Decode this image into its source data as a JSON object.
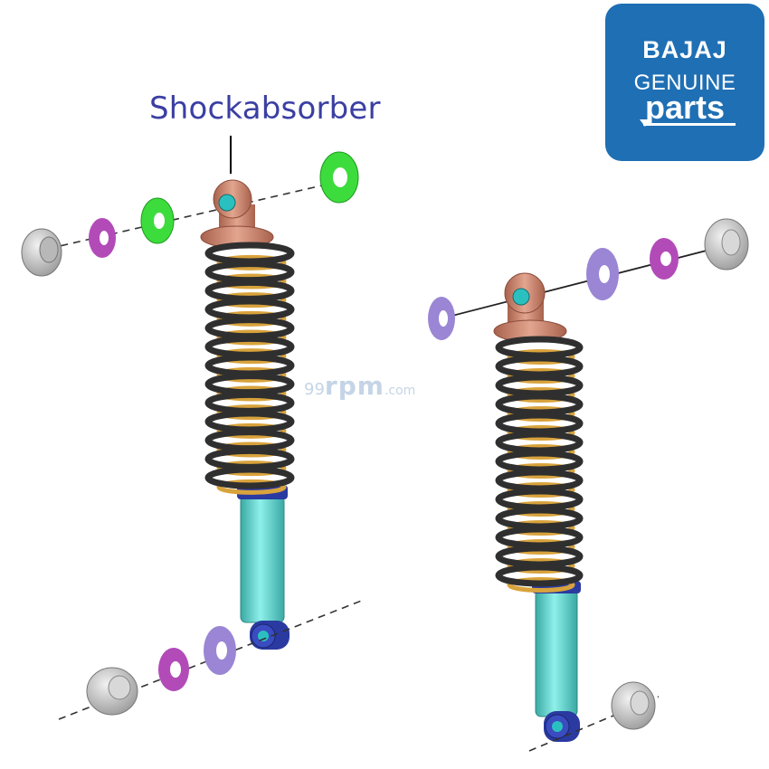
{
  "callout": {
    "label": "Shockabsorber"
  },
  "logo": {
    "brand": "BAJAJ",
    "line1": "GENUINE",
    "line2": "parts"
  },
  "watermark": {
    "nums": "99",
    "rpm": "rpm",
    "dom": ".com"
  },
  "colors": {
    "label_text": "#3a3fa3",
    "logo_bg": "#1f6fb4",
    "eye": "#c9876f",
    "spring_dark": "#2f2f2f",
    "spring_gold": "#d9a33c",
    "body_teal": "#55ccc6",
    "bottom_eye": "#2a3aa0",
    "nut": "#c8c8c8",
    "washer_green": "#3ddc3d",
    "washer_magenta": "#b24bb8",
    "washer_lavender": "#9a86d4"
  },
  "icons": [
    "shock-absorber-icon",
    "nut-icon",
    "washer-icon",
    "bajaj-logo-icon"
  ]
}
